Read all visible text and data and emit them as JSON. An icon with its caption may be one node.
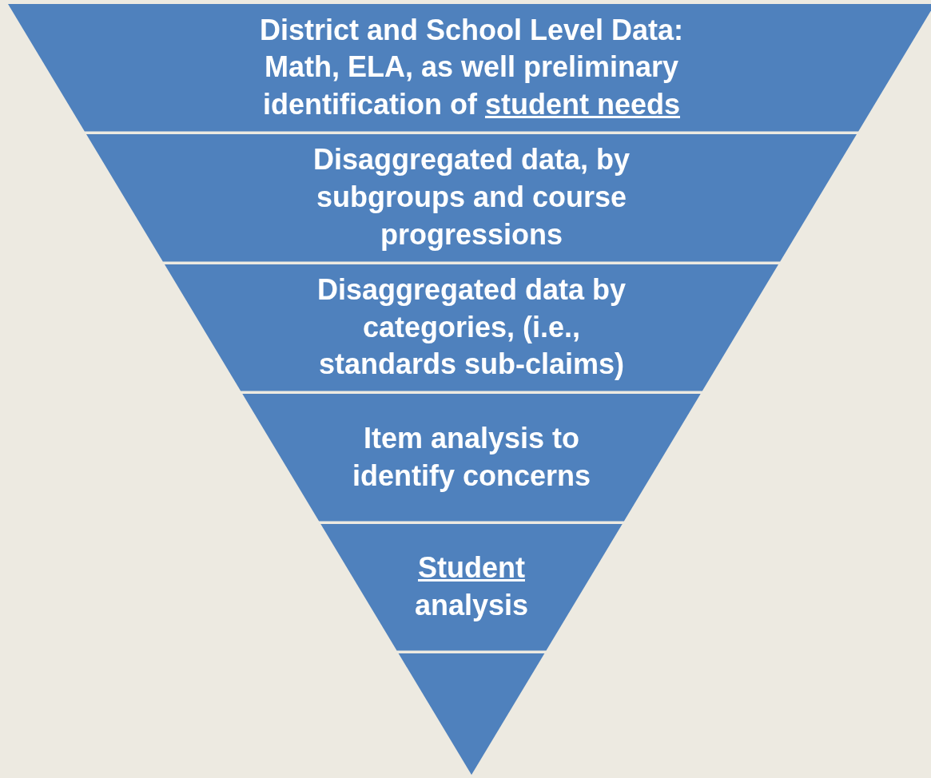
{
  "diagram": {
    "nodes": [
      {
        "text": [
          "District and School Level Data: Math, ELA, as well preliminary identification of **student needs**"
        ]
      },
      {
        "text": [
          "Disaggregated data, by subgroups and course progressions"
        ]
      },
      {
        "text": [
          "Disaggregated data by categories, (i.e., standards sub-claims)"
        ]
      },
      {
        "text": [
          "Item analysis to identify concerns"
        ]
      },
      {
        "text": [
          "**Student** analysis"
        ]
      },
      {
        "text": [],
        "shape": "triangle"
      }
    ]
  }
}
